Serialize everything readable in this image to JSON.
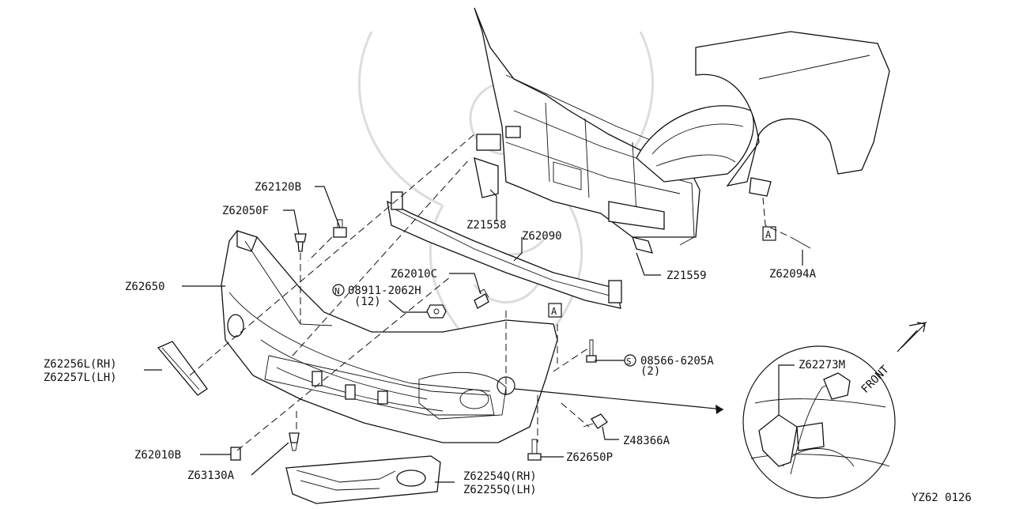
{
  "diagram": {
    "parts": {
      "z62120b": "Z62120B",
      "z62050f": "Z62050F",
      "z62650": "Z62650",
      "z21558": "Z21558",
      "z62090": "Z62090",
      "z21559": "Z21559",
      "z62094a": "Z62094A",
      "z62010c": "Z62010C",
      "n08911_2062h": "08911-2062H",
      "n08911_qty": "(12)",
      "z62256l_rh": "Z62256L(RH)",
      "z62257l_lh": "Z62257L(LH)",
      "s08566_6205a": "08566-6205A",
      "s08566_qty": "(2)",
      "z62273m": "Z62273M",
      "z62010b": "Z62010B",
      "z48366a": "Z48366A",
      "z63130a": "Z63130A",
      "z62650p": "Z62650P",
      "z62254q_rh": "Z62254Q(RH)",
      "z62255q_lh": "Z62255Q(LH)"
    },
    "markers": {
      "n_symbol": "N",
      "s_symbol": "S",
      "ref_a": "A"
    },
    "front_label": "FRONT",
    "figure_code": "YZ62 0126"
  }
}
